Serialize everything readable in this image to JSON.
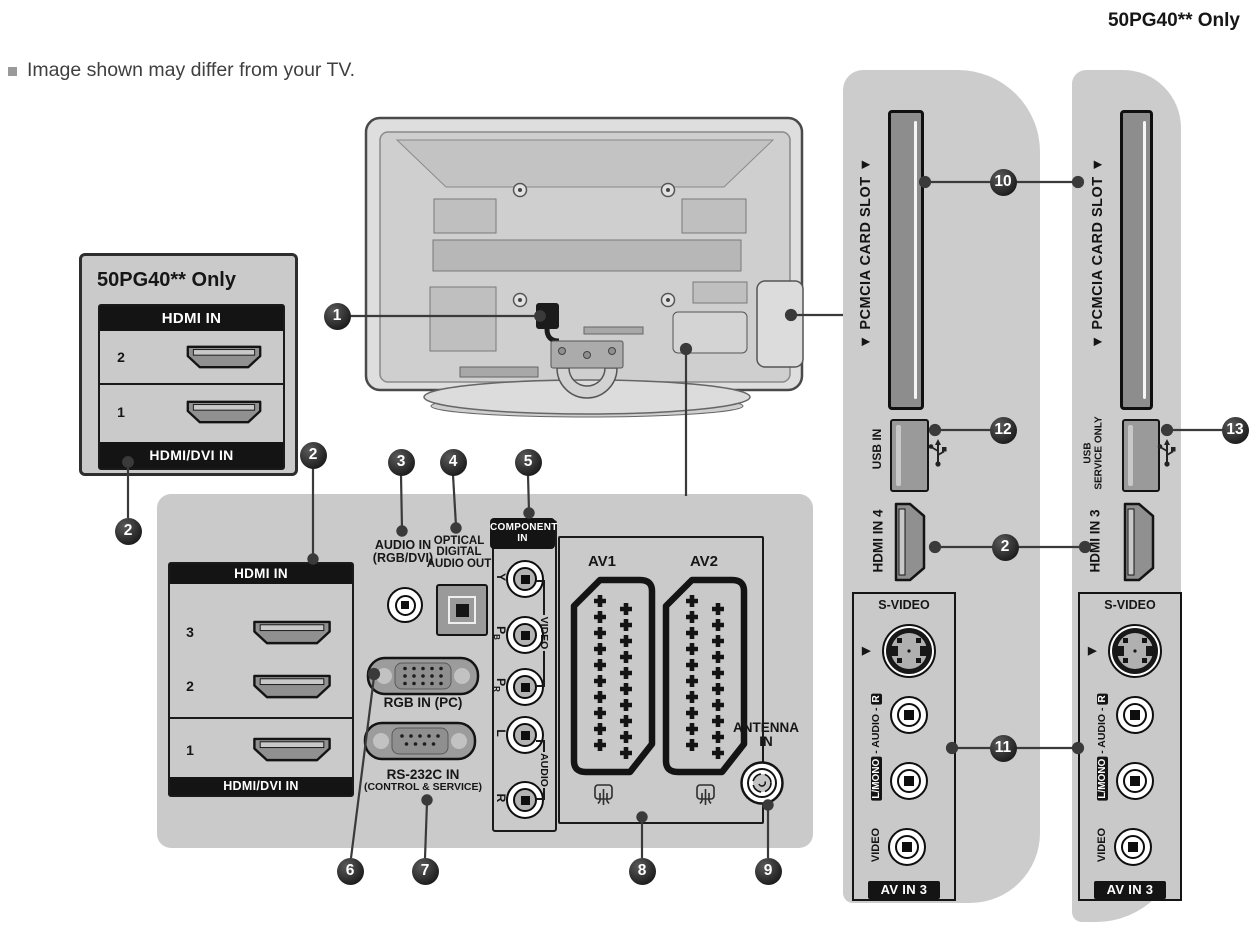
{
  "page": {
    "model_note": "50PG40** Only",
    "disclaimer": "Image shown may differ from your TV."
  },
  "callouts": {
    "c1": "1",
    "c2": "2",
    "c3": "3",
    "c4": "4",
    "c5": "5",
    "c6": "6",
    "c7": "7",
    "c8": "8",
    "c9": "9",
    "c10": "10",
    "c11": "11",
    "c12": "12",
    "c13": "13"
  },
  "inset_box": {
    "title": "50PG40** Only",
    "hdmi_header": "HDMI IN",
    "port_2": "2",
    "port_1": "1",
    "hdmi_footer": "HDMI/DVI IN"
  },
  "main_panel": {
    "hdmi_header": "HDMI IN",
    "port_3": "3",
    "port_2": "2",
    "port_1": "1",
    "hdmi_footer": "HDMI/DVI IN",
    "audio_in": {
      "line1": "AUDIO IN",
      "line2": "(RGB/DVI)"
    },
    "optical": {
      "line1": "OPTICAL",
      "line2": "DIGITAL",
      "line3": "AUDIO OUT"
    },
    "component": {
      "header_line1": "COMPONENT",
      "header_line2": "IN",
      "video_group": "VIDEO",
      "audio_group": "AUDIO",
      "jacks": [
        {
          "t": "Y",
          "sub": ""
        },
        {
          "t": "P",
          "sub": "B"
        },
        {
          "t": "P",
          "sub": "R"
        },
        {
          "t": "L",
          "sub": ""
        },
        {
          "t": "R",
          "sub": ""
        }
      ]
    },
    "rgb_label": "RGB IN (PC)",
    "rs232": {
      "line1": "RS-232C IN",
      "line2": "(CONTROL & SERVICE)"
    },
    "scart": {
      "av1": "AV1",
      "av2": "AV2"
    },
    "antenna": {
      "line1": "ANTENNA",
      "line2": "IN"
    }
  },
  "side_panel_left": {
    "pcmcia_label": "▼ PCMCIA CARD SLOT ▼",
    "usb_label": "USB IN",
    "hdmi_label": "HDMI IN 4",
    "av_box": {
      "s_video": "S-VIDEO",
      "arrow": "▶",
      "audio_mid": "- AUDIO -",
      "audio_r": "R",
      "l_mono": "L/MONO",
      "video": "VIDEO",
      "footer": "AV IN 3"
    }
  },
  "side_panel_right": {
    "pcmcia_label": "▼ PCMCIA CARD SLOT ▼",
    "usb_line1": "USB",
    "usb_line2": "SERVICE ONLY",
    "hdmi_label": "HDMI IN 3",
    "av_box": {
      "s_video": "S-VIDEO",
      "arrow": "▶",
      "audio_mid": "- AUDIO -",
      "audio_r": "R",
      "l_mono": "L/MONO",
      "video": "VIDEO",
      "footer": "AV IN 3"
    }
  },
  "colors": {
    "panel_gray": "#cacaca",
    "label_black": "#141414",
    "line_gray": "#3a3a3a"
  }
}
